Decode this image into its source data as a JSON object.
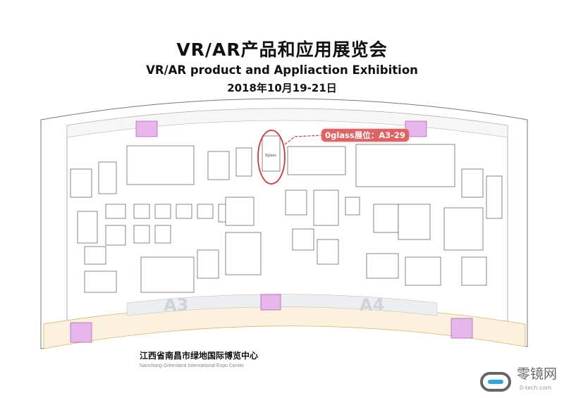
{
  "header": {
    "title_cn": "VR/AR产品和应用展览会",
    "title_en": "VR/AR product and Appliaction Exhibition",
    "date": "2018年10月19-21日"
  },
  "floor_plan": {
    "highlight_label": "0glass展位：A3-29",
    "highlight_booth": "0glass",
    "halls": [
      "A3",
      "A4"
    ],
    "accent_color": "#e06262"
  },
  "venue": {
    "name_cn": "江西省南昌市绿地国际博览中心",
    "name_en": "Nanchang Greenland International Expo Center"
  },
  "watermark": {
    "name_cn": "零镜网",
    "url": "0-tech.com"
  }
}
